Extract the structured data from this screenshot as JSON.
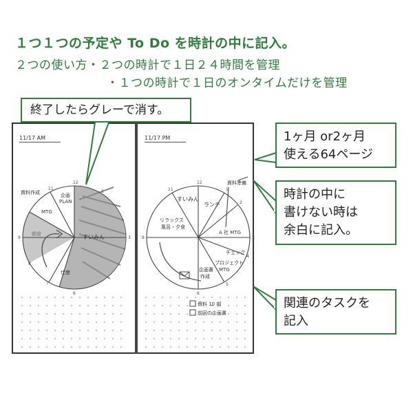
{
  "headline": "１つ１つの予定や To Do を時計の中に記入。",
  "sub_lines": [
    "２つの使い方・２つの時計で１日２４時間を管理",
    "・１つの時計で１日のオンタイムだけを管理"
  ],
  "callouts": {
    "gray_out": "終了したらグレーで消す。",
    "pages": [
      "1ヶ月 or2ヶ月",
      "使える64ページ"
    ],
    "margin": [
      "時計の中に",
      "書けない時は",
      "余白に記入。"
    ],
    "tasks": [
      "関連のタスクを",
      "記入"
    ]
  },
  "left_page": {
    "date": "11/17  AM",
    "clock_labels": {
      "sleep": "すいみん",
      "plan": [
        "企画",
        "PLAN"
      ],
      "docs": "資料作成",
      "mtg": "MTG",
      "breakfast": "朝食",
      "prep": "仕度"
    }
  },
  "right_page": {
    "date": "11/17  PM",
    "clock_labels": {
      "sleep": "すいみん",
      "lunch": "ランチ",
      "relax": [
        "リラックス",
        "風呂・夕食"
      ],
      "amtg": "A 社 MTG",
      "check": "チェック",
      "project": [
        "プロジェクト",
        "MTG"
      ],
      "plan_doc": [
        "企画書",
        "作成"
      ],
      "docprep": "資料準備"
    },
    "tasks": [
      "資料 10 部",
      "前回の企画書"
    ]
  },
  "colors": {
    "accent": "#2e7d3c",
    "ink": "#333333",
    "gray_fill": "#b5b5b5"
  }
}
